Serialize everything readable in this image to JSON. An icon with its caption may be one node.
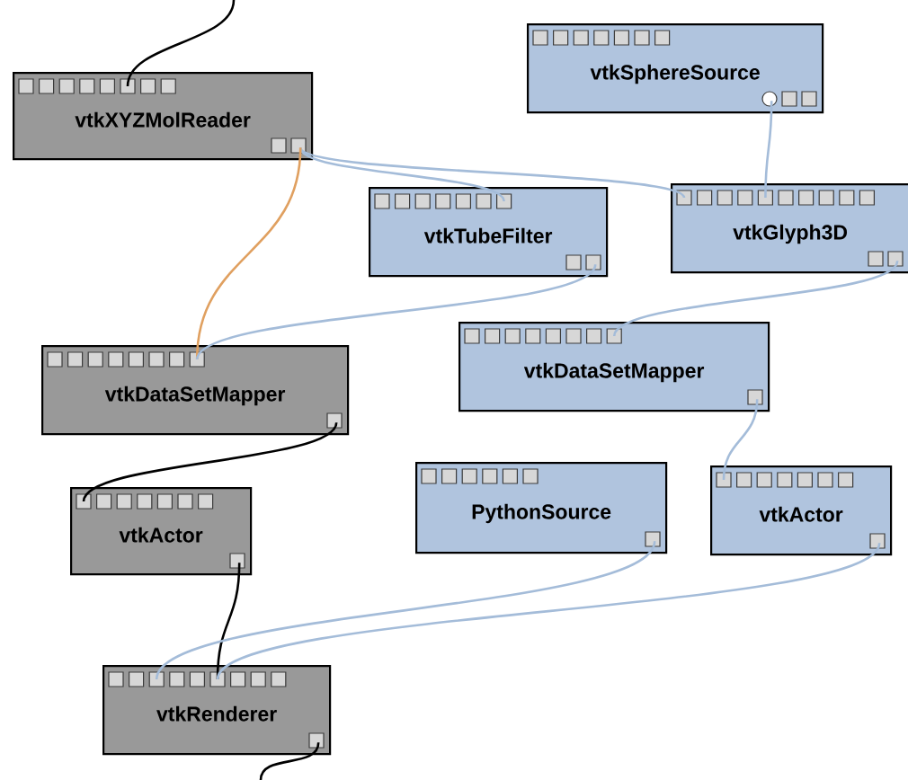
{
  "diagram": {
    "nodes": [
      {
        "text": [
          "vtkSphereSource"
        ]
      },
      {
        "text": [
          "vtkXYZMolReader"
        ]
      },
      {
        "text": [
          "vtkTubeFilter"
        ]
      },
      {
        "text": [
          "vtkGlyph3D"
        ]
      },
      {
        "text": [
          "vtkDataSetMapper"
        ]
      },
      {
        "text": [
          "vtkDataSetMapper"
        ]
      },
      {
        "text": [
          "PythonSource"
        ]
      },
      {
        "text": [
          "vtkActor"
        ]
      },
      {
        "text": [
          "vtkActor"
        ]
      },
      {
        "text": [
          "vtkRenderer"
        ]
      }
    ],
    "edges": [
      {
        "from": null,
        "to": 1,
        "arrow": "none",
        "color": "#000000"
      },
      {
        "from": 1,
        "to": 2,
        "arrow": "none"
      },
      {
        "from": 1,
        "to": 3,
        "arrow": "none"
      },
      {
        "from": 1,
        "to": 4,
        "arrow": "none",
        "color": "#e0a060"
      },
      {
        "from": 0,
        "to": 3,
        "arrow": "none"
      },
      {
        "from": 2,
        "to": 4,
        "arrow": "none"
      },
      {
        "from": 3,
        "to": 5,
        "arrow": "none"
      },
      {
        "from": 5,
        "to": 7,
        "arrow": "none"
      },
      {
        "from": 4,
        "to": 8,
        "arrow": "none",
        "color": "#000000"
      },
      {
        "from": 8,
        "to": 9,
        "arrow": "none",
        "color": "#000000"
      },
      {
        "from": 6,
        "to": 9,
        "arrow": "none"
      },
      {
        "from": 7,
        "to": 9,
        "arrow": "none"
      },
      {
        "from": 9,
        "to": null,
        "arrow": "none",
        "color": "#000000"
      }
    ]
  }
}
